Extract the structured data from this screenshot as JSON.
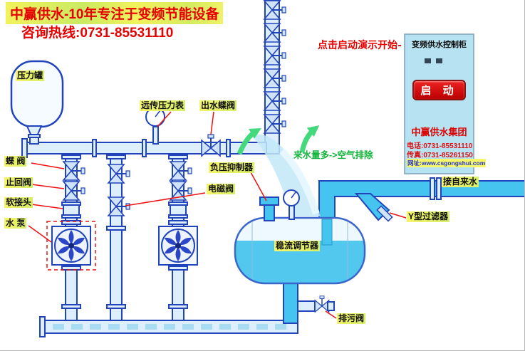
{
  "header": {
    "title": "中赢供水-10年专注于变频节能设备",
    "hotline": "咨询热线:0731-85531110"
  },
  "labels": {
    "pressure_tank": "压力罐",
    "butterfly_valve": "蝶 阀",
    "check_valve": "止回阀",
    "flex_joint": "软接头",
    "water_pump": "水 泵",
    "remote_gauge": "远传压力表",
    "outlet_valve": "出水蝶阀",
    "vacuum_suppressor": "负压抑制器",
    "solenoid_valve": "电磁阀",
    "air_note": "来水量多->空气排除",
    "tap_water": "接自来水",
    "y_filter": "Y型过滤器",
    "flow_regulator": "稳流调节器",
    "drain_valve": "排污阀",
    "demo_hint": "点击启动演示开始"
  },
  "cabinet": {
    "title": "变频供水控制柜",
    "start_button": "启 动",
    "company": "中赢供水集团",
    "phone": "电话:0731-85531110",
    "fax": "传真:0731-85261150",
    "website": "网址:www.csgongshui.com"
  },
  "colors": {
    "accent_red": "#e60000",
    "pipe_blue": "#2244bb",
    "water_cyan": "#44c4ee",
    "highlight_yellow": "#f4f468",
    "note_green": "#12b53a"
  }
}
